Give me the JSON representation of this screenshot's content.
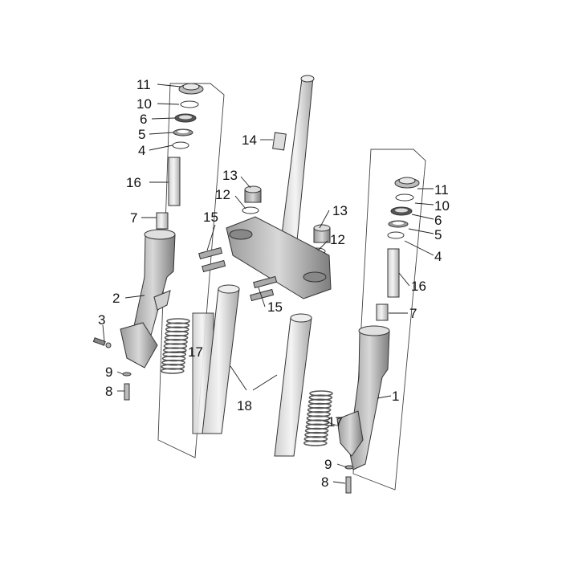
{
  "diagram": {
    "callouts": [
      "11",
      "10",
      "6",
      "5",
      "4",
      "16",
      "7",
      "2",
      "3",
      "9",
      "8",
      "17",
      "14",
      "13",
      "12",
      "15",
      "18",
      "13",
      "12",
      "15",
      "11",
      "10",
      "6",
      "5",
      "4",
      "16",
      "7",
      "1",
      "17",
      "9",
      "8"
    ]
  }
}
